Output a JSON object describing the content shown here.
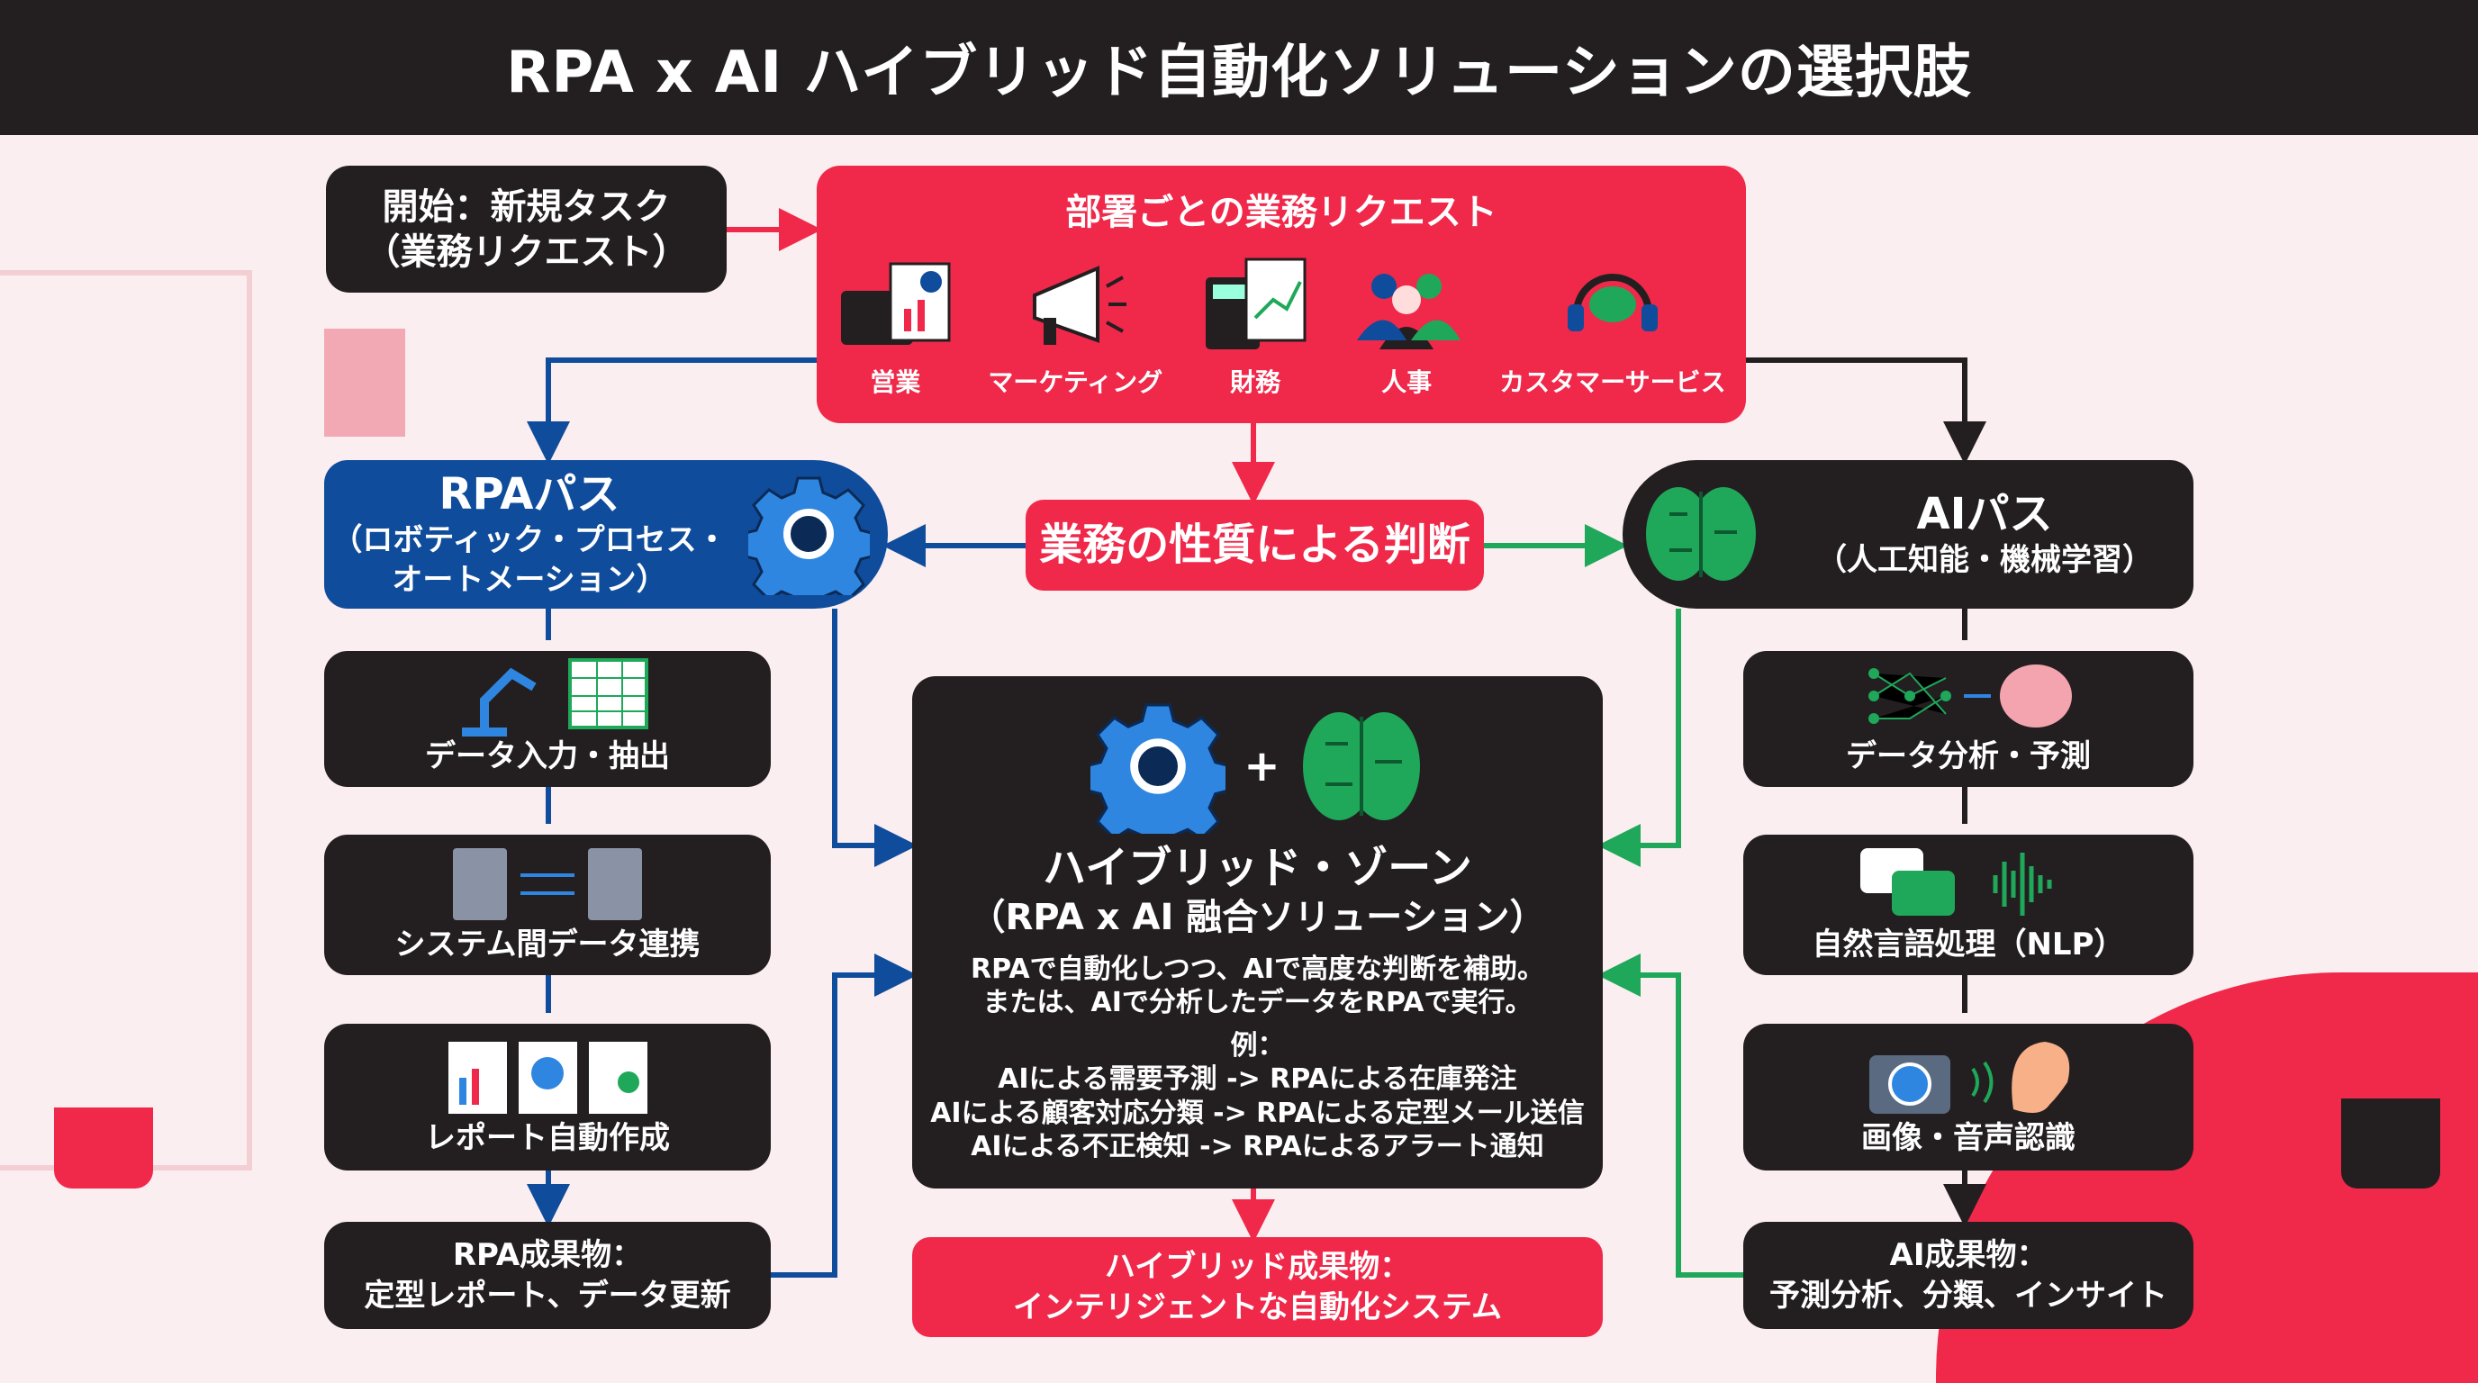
{
  "title": "RPA x AI ハイブリッド自動化ソリューションの選択肢",
  "start": {
    "line1": "開始：新規タスク",
    "line2": "（業務リクエスト）"
  },
  "departments": {
    "title": "部署ごとの業務リクエスト",
    "items": [
      {
        "label": "営業",
        "icon": "briefcase-chart-icon"
      },
      {
        "label": "マーケティング",
        "icon": "megaphone-icon"
      },
      {
        "label": "財務",
        "icon": "calculator-icon"
      },
      {
        "label": "人事",
        "icon": "people-icon"
      },
      {
        "label": "カスタマーサービス",
        "icon": "headset-icon"
      }
    ]
  },
  "judgment": "業務の性質による判断",
  "rpa": {
    "title": "RPAパス",
    "sub1": "（ロボティック・プロセス・",
    "sub2": "オートメーション）",
    "steps": [
      "データ入力・抽出",
      "システム間データ連携",
      "レポート自動作成"
    ],
    "result1": "RPA成果物：",
    "result2": "定型レポート、データ更新"
  },
  "ai": {
    "title": "AIパス",
    "sub": "（人工知能・機械学習）",
    "steps": [
      "データ分析・予測",
      "自然言語処理（NLP）",
      "画像・音声認識"
    ],
    "result1": "AI成果物：",
    "result2": "予測分析、分類、インサイト"
  },
  "hybrid": {
    "plus": "+",
    "title": "ハイブリッド・ゾーン",
    "subtitle": "（RPA x AI 融合ソリューション）",
    "desc1": "RPAで自動化しつつ、AIで高度な判断を補助。",
    "desc2": "または、AIで分析したデータをRPAで実行。",
    "examples_label": "例：",
    "examples": [
      "AIによる需要予測 -> RPAによる在庫発注",
      "AIによる顧客対応分類 -> RPAによる定型メール送信",
      "AIによる不正検知 -> RPAによるアラート通知"
    ],
    "result1": "ハイブリッド成果物：",
    "result2": "インテリジェントな自動化システム"
  },
  "colors": {
    "red": "#f0284a",
    "blue": "#0f4c9c",
    "dark": "#231f20",
    "green": "#1fa85a",
    "background": "#fbeef0"
  }
}
